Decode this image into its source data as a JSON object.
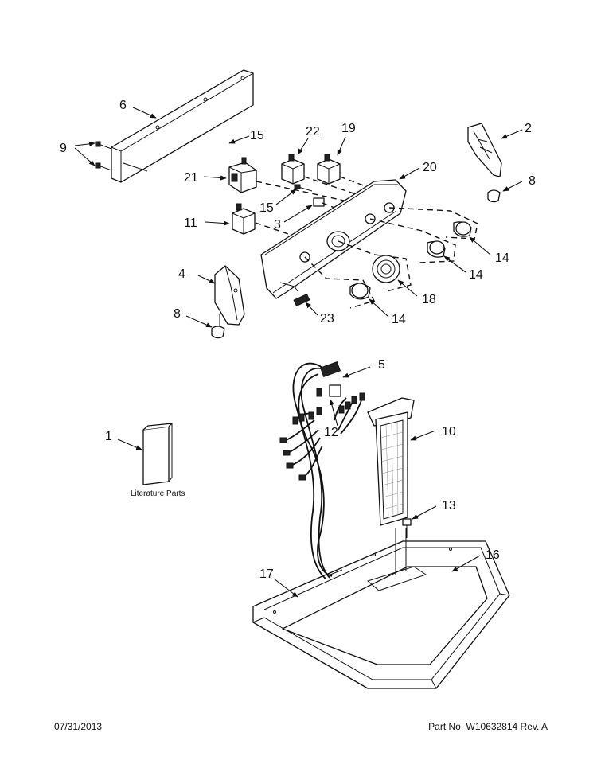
{
  "callouts": {
    "c1": "1",
    "c2": "2",
    "c3": "3",
    "c4": "4",
    "c5": "5",
    "c6": "6",
    "c8a": "8",
    "c8b": "8",
    "c9": "9",
    "c10": "10",
    "c11": "11",
    "c12": "12",
    "c13": "13",
    "c14a": "14",
    "c14b": "14",
    "c14c": "14",
    "c15a": "15",
    "c15b": "15",
    "c16": "16",
    "c17": "17",
    "c18": "18",
    "c19": "19",
    "c20": "20",
    "c21": "21",
    "c22": "22",
    "c23": "23"
  },
  "literature_label": "Literature Parts",
  "footer": {
    "date": "07/31/2013",
    "part_no": "Part No.  W10632814  Rev.  A"
  }
}
